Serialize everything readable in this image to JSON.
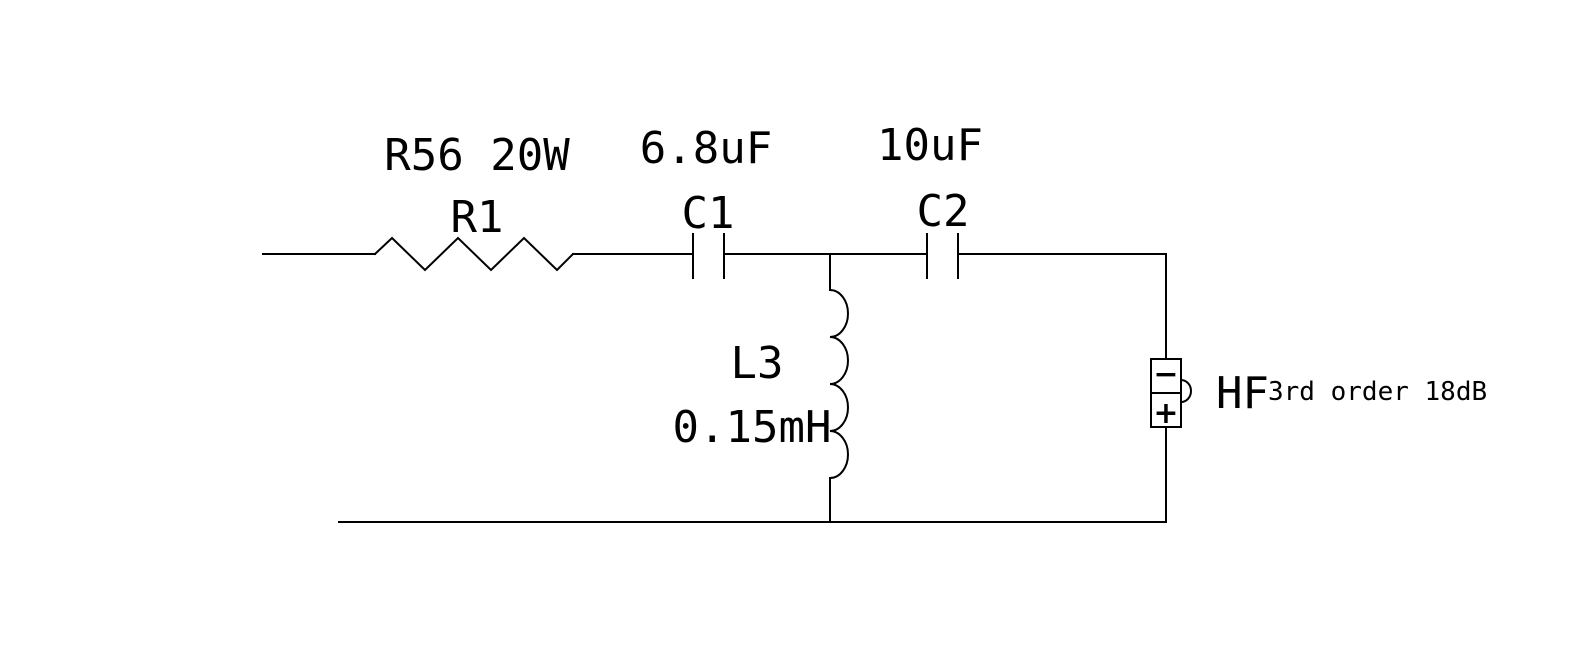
{
  "resistor": {
    "value": "R56 20W",
    "ref": "R1"
  },
  "capacitor1": {
    "value": "6.8uF",
    "ref": "C1"
  },
  "capacitor2": {
    "value": "10uF",
    "ref": "C2"
  },
  "inductor": {
    "ref": "L3",
    "value": "0.15mH"
  },
  "speaker": {
    "name": "HF",
    "note": "3rd order 18dB",
    "minus_sign": "−",
    "plus_sign": "+"
  },
  "colors": {
    "line": "#000000",
    "background": "#ffffff"
  }
}
